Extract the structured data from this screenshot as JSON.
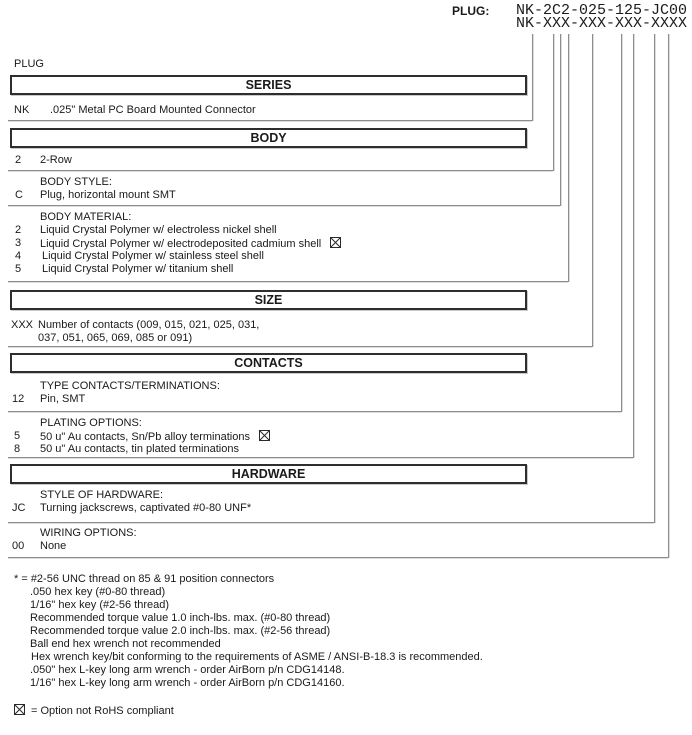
{
  "header": {
    "plug_label": "PLUG:",
    "part_number": "NK-2C2-025-125-JC00",
    "part_number_mask": "NK-XXX-XXX-XXX-XXXX"
  },
  "page_label": "PLUG",
  "series": {
    "title": "SERIES",
    "code": "NK",
    "desc": ".025\" Metal PC Board Mounted Connector"
  },
  "body": {
    "title": "BODY",
    "code": "2",
    "desc": "2-Row",
    "style": {
      "heading": "BODY STYLE:",
      "code": "C",
      "desc": "Plug, horizontal mount SMT"
    },
    "material": {
      "heading": "BODY MATERIAL:",
      "rows": [
        {
          "code": "2",
          "desc": "Liquid Crystal Polymer w/ electroless nickel shell"
        },
        {
          "code": "3",
          "desc": "Liquid Crystal Polymer w/ electrodeposited  cadmium shell",
          "rohs": "not compliant"
        },
        {
          "code": "4",
          "desc": "Liquid Crystal Polymer w/ stainless steel shell"
        },
        {
          "code": "5",
          "desc": "Liquid Crystal Polymer w/ titanium shell"
        }
      ]
    }
  },
  "size": {
    "title": "SIZE",
    "code": "XXX",
    "desc_line1": "Number of contacts (009, 015, 021, 025, 031,",
    "desc_line2": "037, 051, 065, 069, 085 or 091)"
  },
  "contacts": {
    "title": "CONTACTS",
    "type": {
      "heading": "TYPE CONTACTS/TERMINATIONS:",
      "code": "12",
      "desc": "Pin, SMT"
    },
    "plating": {
      "heading": "PLATING OPTIONS:",
      "rows": [
        {
          "code": "5",
          "desc": "50 u\" Au contacts, Sn/Pb alloy terminations",
          "rohs": "not compliant"
        },
        {
          "code": "8",
          "desc": "50 u\" Au contacts, tin plated terminations"
        }
      ]
    }
  },
  "hardware": {
    "title": "HARDWARE",
    "style": {
      "heading": "STYLE OF HARDWARE:",
      "code": "JC",
      "desc": "Turning jackscrews, captivated #0-80 UNF*"
    },
    "wiring": {
      "heading": "WIRING OPTIONS:",
      "code": "00",
      "desc": "None"
    }
  },
  "footnotes": [
    "* = #2-56 UNC thread on 85 & 91 position connectors",
    ".050 hex key (#0-80 thread)",
    "1/16\" hex key (#2-56 thread)",
    "Recommended torque value 1.0 inch-lbs. max. (#0-80 thread)",
    "Recommended torque value 2.0 inch-lbs. max. (#2-56 thread)",
    "Ball end hex wrench not recommended",
    "Hex wrench key/bit conforming to the requirements of ASME / ANSI-B-18.3 is recommended.",
    ".050\" hex L-key long arm wrench - order AirBorn p/n CDG14148.",
    "1/16\" hex L-key long arm wrench - order AirBorn p/n CDG14160."
  ],
  "rohs_legend": "= Option not RoHS compliant",
  "colors": {
    "line_gray": "#8e8e8e",
    "box_border": "#2e2e2e",
    "text": "#1a1a1a"
  }
}
